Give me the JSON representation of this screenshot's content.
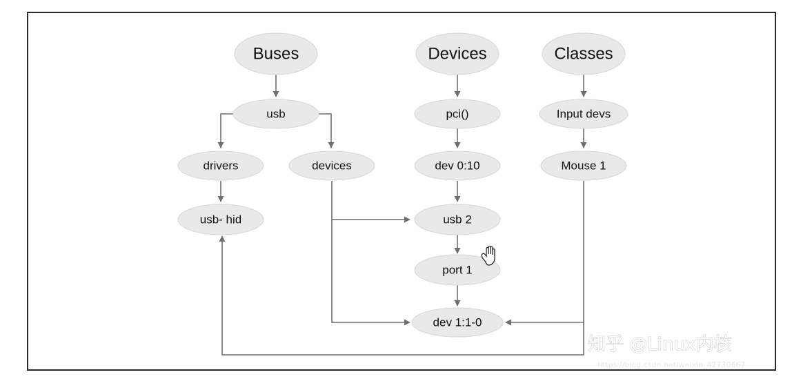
{
  "nodes": {
    "buses": "Buses",
    "devices_root": "Devices",
    "classes": "Classes",
    "usb": "usb",
    "pci": "pci()",
    "input_devs": "Input devs",
    "drivers": "drivers",
    "devices": "devices",
    "dev_0_10": "dev 0:10",
    "mouse_1": "Mouse 1",
    "usb_hid": "usb- hid",
    "usb_2": "usb 2",
    "port_1": "port 1",
    "dev_1_1_0": "dev 1:1-0"
  },
  "edges": [
    {
      "from": "buses",
      "to": "usb"
    },
    {
      "from": "usb",
      "to": "drivers"
    },
    {
      "from": "usb",
      "to": "devices"
    },
    {
      "from": "drivers",
      "to": "usb_hid"
    },
    {
      "from": "devices_root",
      "to": "pci"
    },
    {
      "from": "pci",
      "to": "dev_0_10"
    },
    {
      "from": "dev_0_10",
      "to": "usb_2"
    },
    {
      "from": "usb_2",
      "to": "port_1"
    },
    {
      "from": "port_1",
      "to": "dev_1_1_0"
    },
    {
      "from": "devices",
      "to": "usb_2"
    },
    {
      "from": "devices",
      "to": "dev_1_1_0"
    },
    {
      "from": "classes",
      "to": "input_devs"
    },
    {
      "from": "input_devs",
      "to": "mouse_1"
    },
    {
      "from": "mouse_1",
      "to": "dev_1_1_0"
    },
    {
      "from": "mouse_1",
      "to": "usb_hid"
    }
  ],
  "watermark": {
    "text": "知乎 @Linux内核",
    "url": "https://blog.csdn.net/weixin_42730667"
  },
  "icons": {
    "cursor": "hand-cursor-icon"
  },
  "colors": {
    "node_fill": "#e9e9e9",
    "edge": "#6e6e6e",
    "border": "#2a2a2a"
  }
}
